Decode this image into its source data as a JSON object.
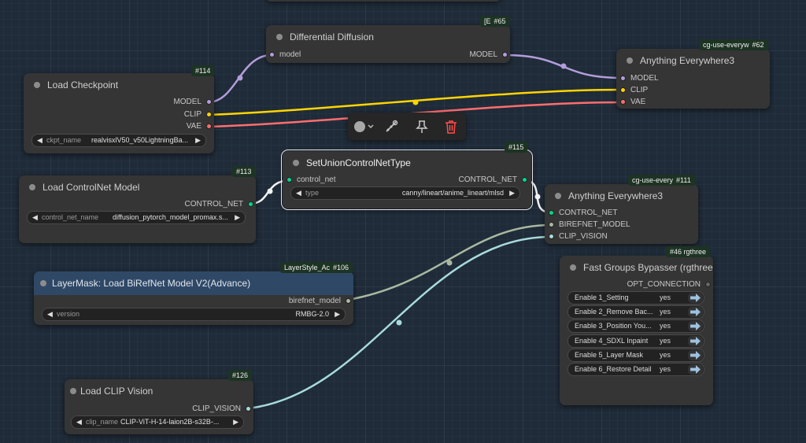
{
  "colors": {
    "model": "#b39ddb",
    "clip": "#ffd500",
    "vae": "#ff6e6e",
    "control_net": "#00d78d",
    "birefnet": "#a9b8a2",
    "clip_vision": "#a8dadc",
    "delete": "#ff4c4c"
  },
  "nodes": {
    "load_checkpoint": {
      "title": "Load Checkpoint",
      "id": "#114",
      "out_model": "MODEL",
      "out_clip": "CLIP",
      "out_vae": "VAE",
      "widget_label": "ckpt_name",
      "widget_value": "realvisxlV50_v50LightningBa..."
    },
    "diff_diffusion": {
      "title": "Differential Diffusion",
      "id": "#65",
      "badge_prefix": "[E",
      "in_model": "model",
      "out_model": "MODEL"
    },
    "anything62": {
      "title": "Anything Everywhere3",
      "id": "#62",
      "tag": "cg-use-everyw",
      "in_model": "MODEL",
      "in_clip": "CLIP",
      "in_vae": "VAE"
    },
    "load_controlnet": {
      "title": "Load ControlNet Model",
      "id": "#113",
      "out_control_net": "CONTROL_NET",
      "widget_label": "control_net_name",
      "widget_value": "diffusion_pytorch_model_promax.s..."
    },
    "set_union": {
      "title": "SetUnionControlNetType",
      "id": "#115",
      "in_control_net": "control_net",
      "out_control_net": "CONTROL_NET",
      "widget_label": "type",
      "widget_value": "canny/lineart/anime_lineart/mlsd"
    },
    "anything111": {
      "title": "Anything Everywhere3",
      "id": "#111",
      "tag": "cg-use-every",
      "in_control_net": "CONTROL_NET",
      "in_birefnet": "BIREFNET_MODEL",
      "in_clip_vision": "CLIP_VISION"
    },
    "layermask": {
      "title": "LayerMask: Load BiRefNet Model V2(Advance)",
      "id": "#106",
      "tag": "LayerStyle_Ac",
      "out_birefnet": "birefnet_model",
      "widget_label": "version",
      "widget_value": "RMBG-2.0"
    },
    "fast_groups": {
      "title": "Fast Groups Bypasser (rgthree)",
      "id": "#46 rgthree",
      "opt_connection": "OPT_CONNECTION",
      "toggles": [
        {
          "label": "Enable 1_Setting",
          "value": "yes"
        },
        {
          "label": "Enable 2_Remove Bac...",
          "value": "yes"
        },
        {
          "label": "Enable 3_Position You...",
          "value": "yes"
        },
        {
          "label": "Enable 4_SDXL Inpaint",
          "value": "yes"
        },
        {
          "label": "Enable 5_Layer Mask",
          "value": "yes"
        },
        {
          "label": "Enable 6_Restore Detail",
          "value": "yes"
        }
      ]
    },
    "load_clip_vision": {
      "title": "Load CLIP Vision",
      "id": "#126",
      "out_clip_vision": "CLIP_VISION",
      "widget_label": "clip_name",
      "widget_value": "CLIP-ViT-H-14-laion2B-s32B-..."
    }
  },
  "toolbar": {
    "color_icon": "color-circle-icon",
    "bypass_icon": "bypass-icon",
    "pin_icon": "pin-icon",
    "delete_icon": "trash-icon"
  }
}
